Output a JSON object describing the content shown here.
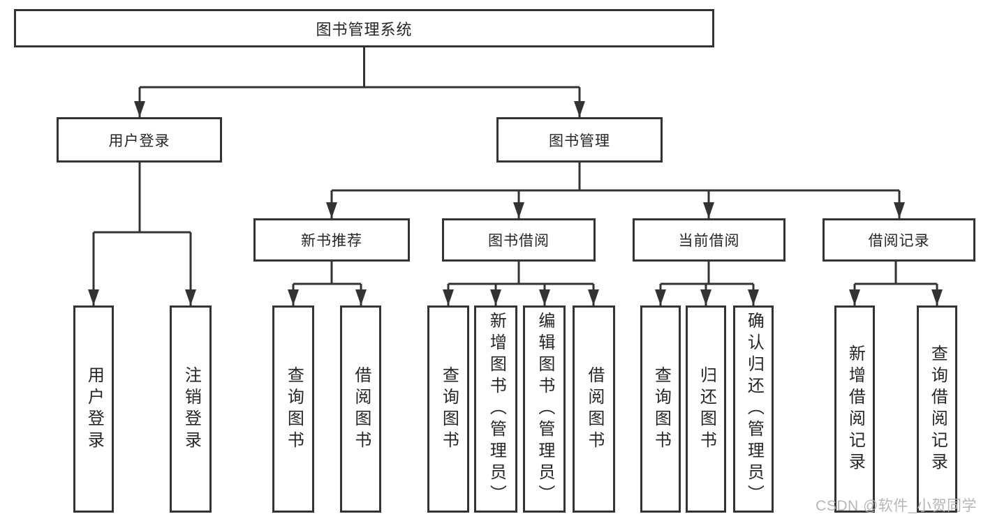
{
  "tree": {
    "root": {
      "label": "图书管理系统",
      "children": [
        {
          "label": "用户登录",
          "children": [
            {
              "label": "用户登录"
            },
            {
              "label": "注销登录"
            }
          ]
        },
        {
          "label": "图书管理",
          "children": [
            {
              "label": "新书推荐",
              "children": [
                {
                  "label": "查询图书"
                },
                {
                  "label": "借阅图书"
                }
              ]
            },
            {
              "label": "图书借阅",
              "children": [
                {
                  "label": "查询图书"
                },
                {
                  "label": "新增图书（管理员）"
                },
                {
                  "label": "编辑图书（管理员）"
                },
                {
                  "label": "借阅图书"
                }
              ]
            },
            {
              "label": "当前借阅",
              "children": [
                {
                  "label": "查询图书"
                },
                {
                  "label": "归还图书"
                },
                {
                  "label": "确认归还（管理员）"
                }
              ]
            },
            {
              "label": "借阅记录",
              "children": [
                {
                  "label": "新增借阅记录"
                },
                {
                  "label": "查询借阅记录"
                }
              ]
            }
          ]
        }
      ]
    }
  },
  "watermark": {
    "text": "CSDN @软件_小贺同学"
  },
  "colors": {
    "line": "#333333",
    "box_border": "#333333",
    "text": "#262626",
    "watermark": "#b0b0b0",
    "background": "#ffffff"
  }
}
